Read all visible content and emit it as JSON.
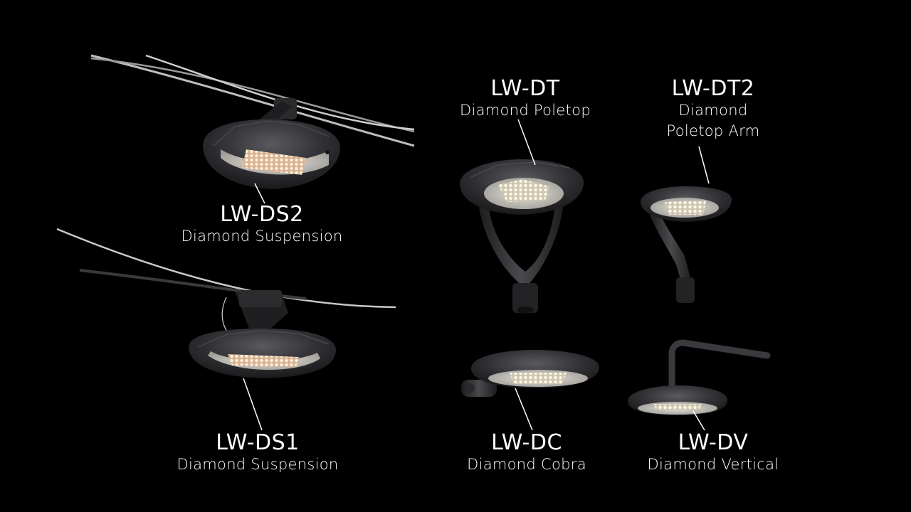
{
  "products": [
    {
      "code": "LW-DS2",
      "description": [
        "Diamond Suspension"
      ]
    },
    {
      "code": "LW-DS1",
      "description": [
        "Diamond Suspension"
      ]
    },
    {
      "code": "LW-DT",
      "description": [
        "Diamond Poletop"
      ]
    },
    {
      "code": "LW-DT2",
      "description": [
        "Diamond",
        "Poletop Arm"
      ]
    },
    {
      "code": "LW-DC",
      "description": [
        "Diamond Cobra"
      ]
    },
    {
      "code": "LW-DV",
      "description": [
        "Diamond Vertical"
      ]
    }
  ]
}
